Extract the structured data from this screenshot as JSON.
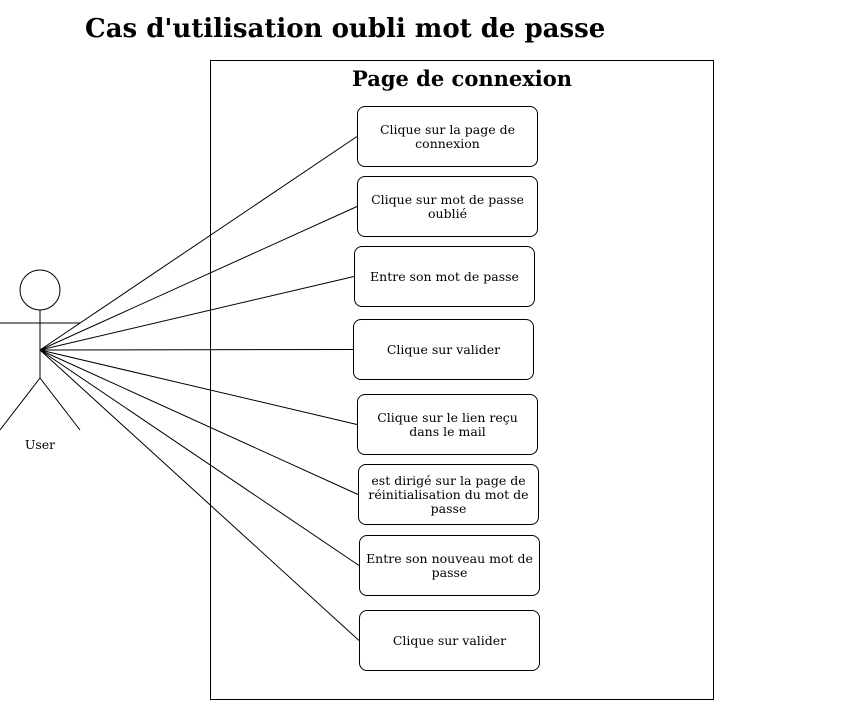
{
  "diagram": {
    "title": "Cas d'utilisation oubli mot de passe",
    "system_title": "Page de connexion",
    "actor": {
      "label": "User"
    },
    "use_cases": [
      "Clique sur la page de connexion",
      "Clique sur mot de passe oublié",
      "Entre son mot de passe",
      "Clique sur valider",
      "Clique sur le lien reçu dans le mail",
      "est dirigé sur la page de réinitialisation du mot de passe",
      "Entre son nouveau mot de passe",
      "Clique sur valider"
    ]
  }
}
